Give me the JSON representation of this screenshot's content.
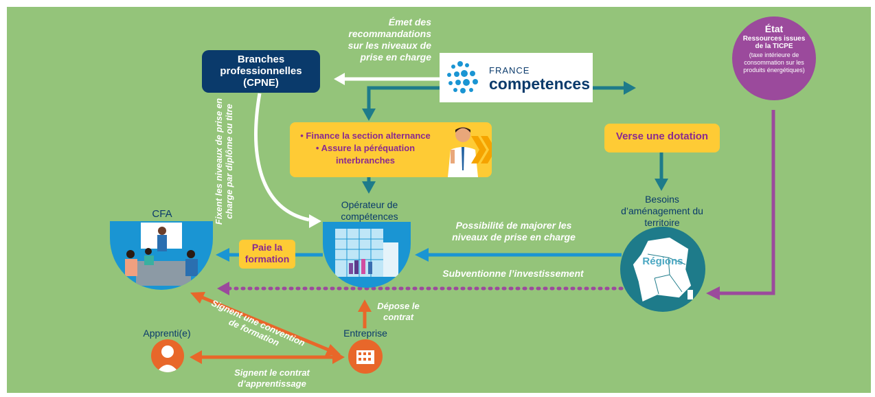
{
  "france_competences": {
    "line1": "FRANCE",
    "line2": "competences"
  },
  "etat": {
    "title": "État",
    "subtitle": "Ressources issues de la TICPE",
    "detail": "(taxe intérieure de consommation sur les produits énergétiques)"
  },
  "branches": {
    "label": "Branches professionnelles (CPNE)"
  },
  "recommandations": "Émet des recommandations sur les niveaux de prise en charge",
  "fixent": "Fixent les niveaux de prise en charge par diplôme ou titre",
  "finance_box": {
    "line1": "• Finance la section alternance",
    "line2": "• Assure la péréquation",
    "line3": "interbranches"
  },
  "dotation": "Verse une dotation",
  "operateur": "Opérateur de compétences",
  "besoins": "Besoins d’aménagement du territoire",
  "regions": "Régions",
  "cfa": "CFA",
  "paie": "Paie la formation",
  "possibilite": "Possibilité de majorer les niveaux de prise en charge",
  "subventionne": "Subventionne l’investissement",
  "depose": "Dépose le contrat",
  "convention": "Signent une convention de formation",
  "apprenti": "Apprenti(e)",
  "entreprise": "Entreprise",
  "contrat": "Signent le contrat d’apprentissage",
  "colors": {
    "background": "#94c47a",
    "blue_dark": "#0a3a6b",
    "blue_light": "#1a95d3",
    "teal": "#1e7b8a",
    "yellow": "#fecb35",
    "purple": "#9b4a9c",
    "orange": "#e8672a",
    "white": "#ffffff"
  }
}
